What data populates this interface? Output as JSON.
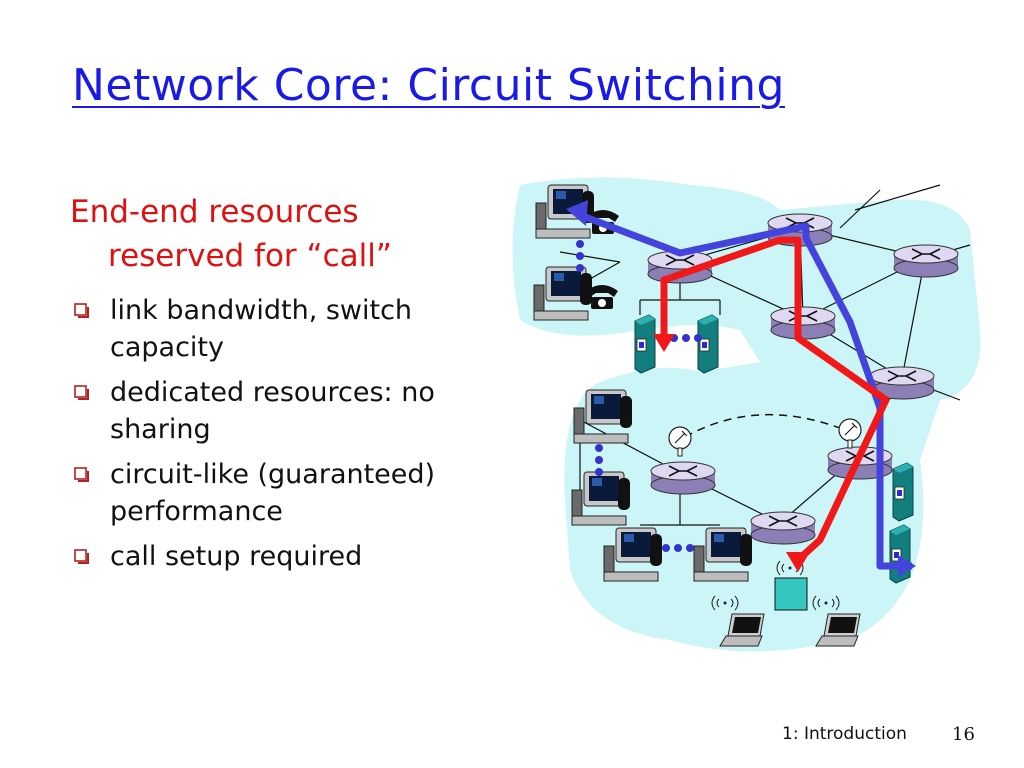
{
  "slide": {
    "title": "Network Core: Circuit Switching",
    "lead": {
      "line1": "End-end resources",
      "line2": "reserved for “call”"
    },
    "bullets": [
      "link bandwidth,  switch capacity",
      "dedicated resources: no sharing",
      "circuit-like (guaranteed) performance",
      "call setup required"
    ],
    "footer": {
      "label": "1: Introduction",
      "page": "16"
    }
  },
  "colors": {
    "title": "#1a1ae6",
    "lead_text": "#e01010",
    "bullet_icon": "#b22222",
    "network_cloud": "#ccf5f7",
    "circuit_red": "#f01818",
    "circuit_blue": "#4444dd"
  },
  "diagram_icons": [
    "pc-icon",
    "telephone-icon",
    "router-icon",
    "server-icon",
    "laptop-icon",
    "wireless-access-point-icon",
    "satellite-dish-icon"
  ]
}
